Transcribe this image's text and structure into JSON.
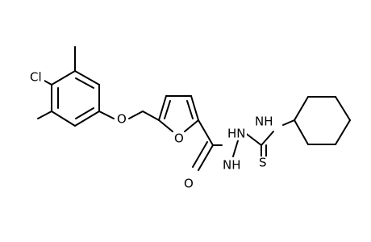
{
  "structure": {
    "atoms": {
      "chlorine": "Cl",
      "ether_oxygen": "O",
      "furan_oxygen": "O",
      "carbonyl_oxygen": "O",
      "hydrazide_nh_upper": "HN",
      "hydrazide_nh_lower": "NH",
      "thioamide_nh": "NH",
      "thione_sulfur": "S"
    },
    "colors": {
      "bond": "#000000",
      "label": "#000000",
      "background": "#ffffff"
    }
  }
}
